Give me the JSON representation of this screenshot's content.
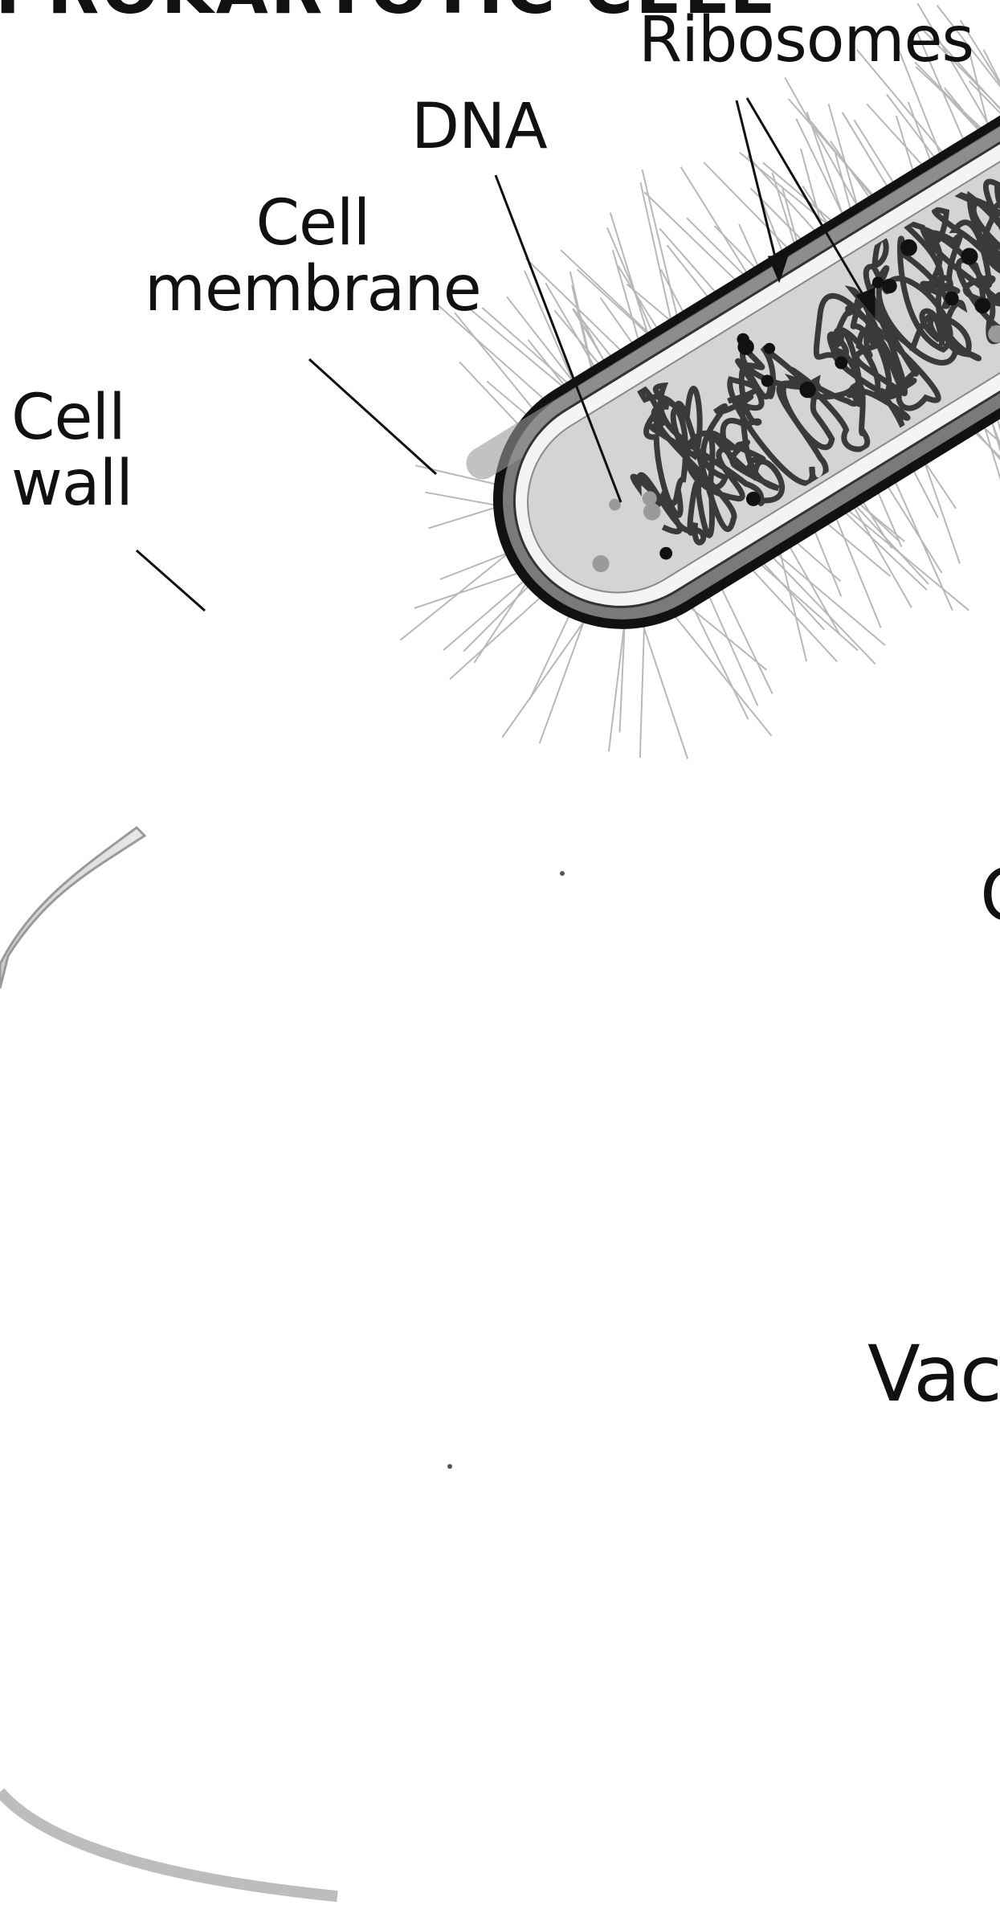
{
  "figure": {
    "title": "PROKARYOTIC CELL",
    "labels": {
      "ribosomes": "Ribosomes",
      "dna": "DNA",
      "cell_membrane_line1": "Cell",
      "cell_membrane_line2": "membrane",
      "cell_wall_line1": "Cell",
      "cell_wall_line2": "wall",
      "cut_off_right": "C",
      "cut_off_vacuole": "Vac"
    }
  },
  "colors": {
    "outline": "#111111",
    "wall_fill": "#7a7a7a",
    "membrane_fill": "#f4f4f4",
    "cytoplasm_fill": "#d4d4d4",
    "dna_stroke": "#3a3a3a",
    "ribosome_fill": "#111111",
    "pili_stroke": "#b8b8b8"
  },
  "icons": {
    "flagellum": "flagellum-tail",
    "pili": "pili-hairs"
  }
}
